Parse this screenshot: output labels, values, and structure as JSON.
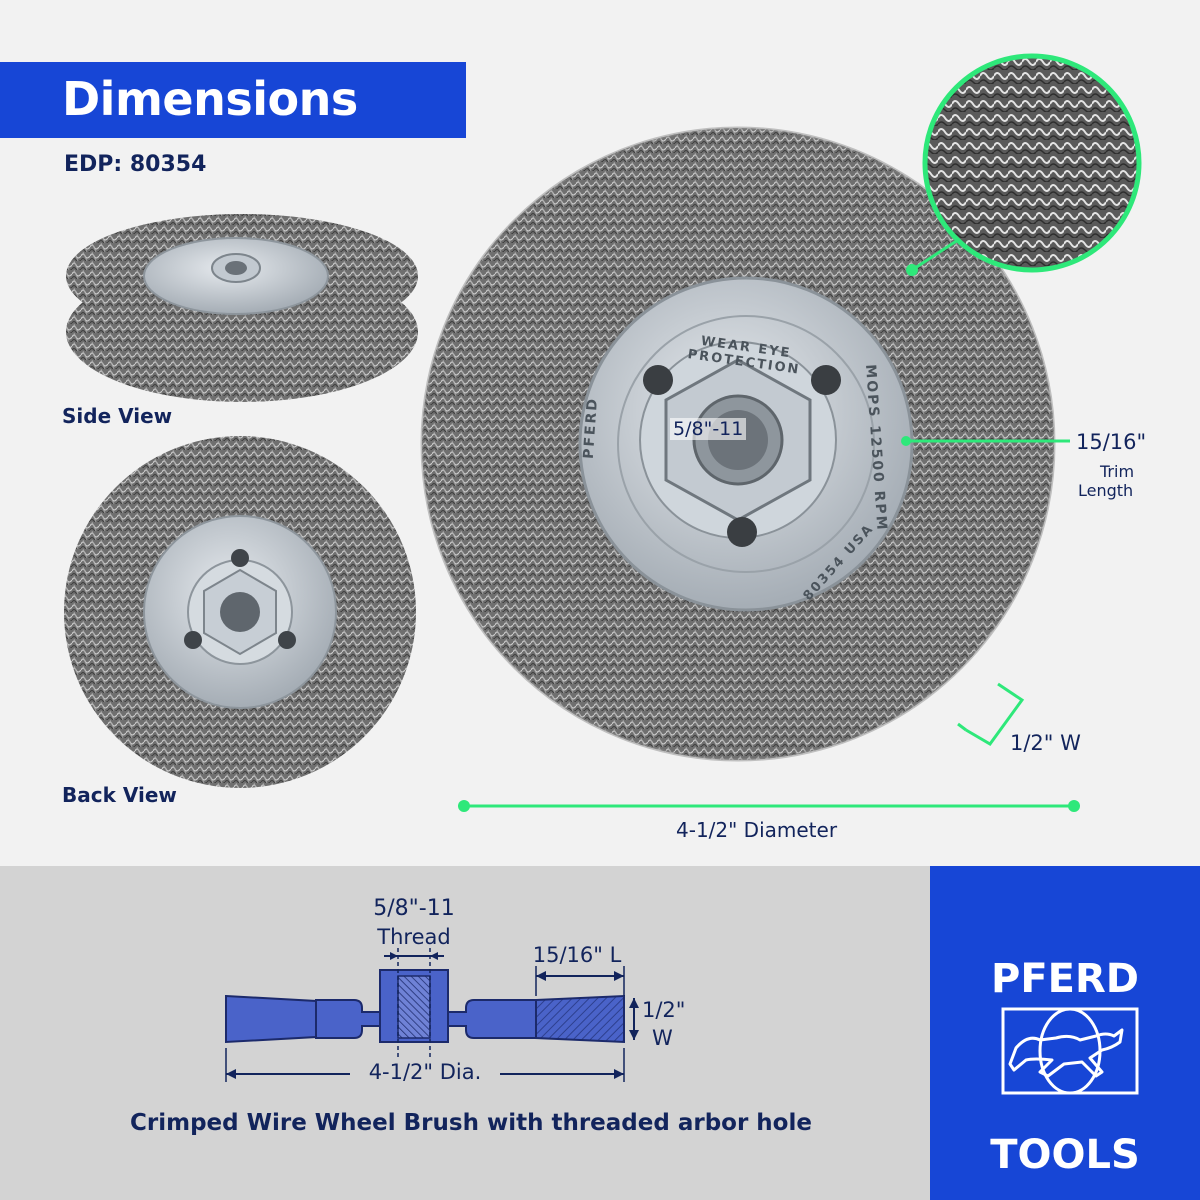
{
  "header": {
    "title": "Dimensions",
    "edp": "EDP: 80354"
  },
  "views": {
    "side_label": "Side View",
    "back_label": "Back View"
  },
  "main_wheel": {
    "bore_label": "5/8\"-11",
    "trim_value": "15/16\"",
    "trim_caption_1": "Trim",
    "trim_caption_2": "Length",
    "width_label": "1/2\" W",
    "diameter_label": "4-1/2\" Diameter",
    "hub_text_top": "WEAR EYE PROTECTION",
    "hub_text_left": "PFERD",
    "hub_text_right": "MOPS 12500 RPM",
    "hub_text_bottom": "80354 USA"
  },
  "diagram": {
    "thread_value": "5/8\"-11",
    "thread_label": "Thread",
    "length_label": "15/16\" L",
    "width_value": "1/2\"",
    "width_unit": "W",
    "diameter_label": "4-1/2\" Dia.",
    "caption": "Crimped Wire Wheel Brush with threaded arbor hole"
  },
  "logo": {
    "line1": "PFERD",
    "line2": "TOOLS"
  },
  "colors": {
    "brand_blue": "#1746d6",
    "navy": "#12245c",
    "accent_green": "#2ee87a",
    "diagram_fill": "#4a63c9"
  }
}
